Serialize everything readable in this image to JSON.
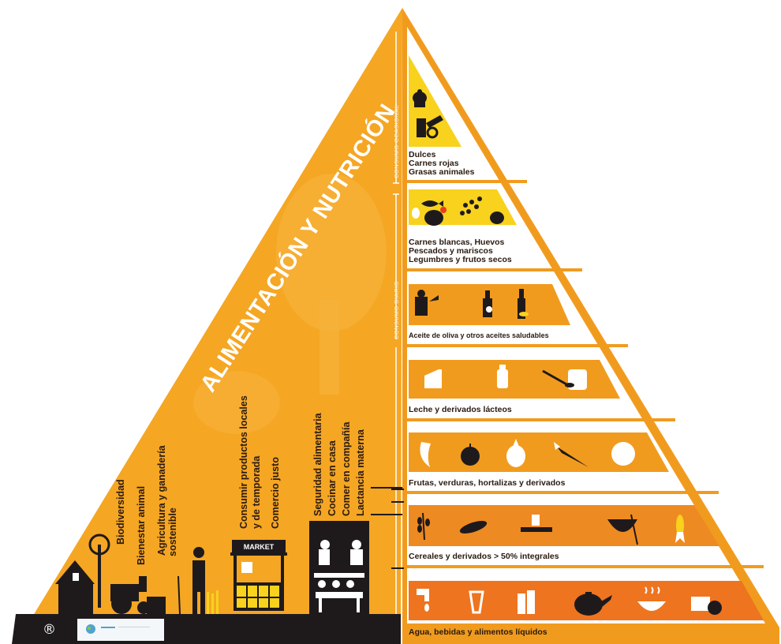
{
  "title": "ALIMENTACIÓN Y NUTRICIÓN",
  "side_labels": {
    "occasional": "CONSUMO OCASIONAL",
    "daily": "CONSUMO DIARIO"
  },
  "tiers": [
    {
      "label_lines": [
        "Dulces",
        "Carnes rojas",
        "Grasas animales"
      ]
    },
    {
      "label_lines": [
        "Carnes blancas, Huevos",
        "Pescados y mariscos",
        "Legumbres y frutos secos"
      ]
    },
    {
      "label_lines": [
        "Aceite de oliva y otros aceites saludables"
      ]
    },
    {
      "label_lines": [
        "Leche y derivados lácteos"
      ]
    },
    {
      "label_lines": [
        "Frutas, verduras, hortalizas y derivados"
      ]
    },
    {
      "label_lines": [
        "Cereales y derivados > 50% integrales"
      ]
    },
    {
      "label_lines": [
        "Agua, bebidas y alimentos líquidos"
      ]
    }
  ],
  "left_columns": {
    "col1": [
      "Biodiversidad",
      "Bienestar animal",
      "Agricultura y ganadería",
      "sostenible"
    ],
    "col2": [
      "Consumir productos locales",
      "y de temporada",
      "Comercio justo"
    ],
    "col3": [
      "Seguridad alimentaria",
      "Cocinar en casa",
      "Comer en compañía",
      "Lactancia materna"
    ]
  },
  "market_sign": "MARKET",
  "registered_mark": "®",
  "colors": {
    "pyramid_light": "#f5a623",
    "pyramid_mid": "#f19b1e",
    "band_dark": "#ee8a22",
    "band_yellow": "#f8d21d",
    "dark": "#1e1a1c",
    "white": "#ffffff"
  },
  "icons": {
    "tier1": [
      "cupcake-icon",
      "meat-grinder-icon"
    ],
    "tier2": [
      "egg-icon",
      "fish-icon",
      "chicken-icon",
      "beans-icon",
      "nuts-icon"
    ],
    "tier3": [
      "olive-jar-icon",
      "oil-bottle-icon",
      "oil-bottle-icon"
    ],
    "tier4": [
      "cheese-icon",
      "milk-bottle-icon",
      "yogurt-spoon-icon"
    ],
    "tier5": [
      "banana-icon",
      "apple-icon",
      "onion-icon",
      "carrot-icon",
      "cabbage-icon"
    ],
    "tier6": [
      "wheat-icon",
      "bread-icon",
      "pasta-icon",
      "rice-bowl-icon",
      "corn-icon"
    ],
    "tier7": [
      "tap-icon",
      "glass-icon",
      "bottles-icon",
      "teapot-icon",
      "soup-icon",
      "juicer-icon"
    ]
  }
}
